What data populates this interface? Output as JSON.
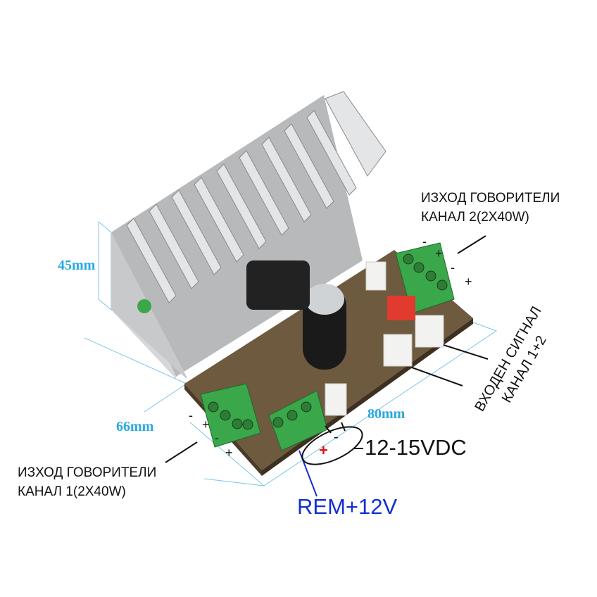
{
  "dimensions": {
    "height": "45mm",
    "depth": "66mm",
    "width": "80mm"
  },
  "labels": {
    "out_ch2_line1": "ИЗХОД ГОВОРИТЕЛИ",
    "out_ch2_line2": "КАНАЛ 2(2X40W)",
    "out_ch1_line1": "ИЗХОД ГОВОРИТЕЛИ",
    "out_ch1_line2": "КАНАЛ 1(2X40W)",
    "input_line1": "ВХОДЕН СИГНАЛ",
    "input_line2": "КАНАЛ 1+2",
    "power": "12-15VDC",
    "rem": "REM+12V"
  },
  "polarity": {
    "minus": "-",
    "plus": "+"
  },
  "colors": {
    "dimension": "#29a8e0",
    "rem": "#1530d0",
    "plus_red": "#e01010",
    "terminal_green": "#3aa84a",
    "board": "#6e5a3e"
  }
}
